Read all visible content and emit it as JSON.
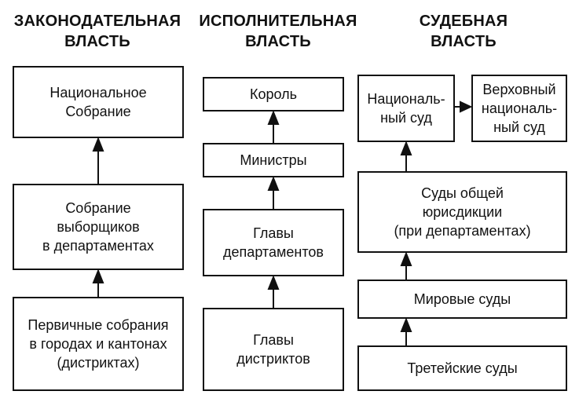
{
  "headers": {
    "legislative": "ЗАКОНОДАТЕЛЬНАЯ\nВЛАСТЬ",
    "executive": "ИСПОЛНИТЕЛЬНАЯ\nВЛАСТЬ",
    "judicial": "СУДЕБНАЯ\nВЛАСТЬ"
  },
  "legislative": {
    "national_assembly": "Национальное\nСобрание",
    "electors_assembly": "Собрание\nвыборщиков\nв департаментах",
    "primary_assemblies": "Первичные собрания\nв городах и кантонах\n(дистриктах)"
  },
  "executive": {
    "king": "Король",
    "ministers": "Министры",
    "department_heads": "Главы\nдепартаментов",
    "district_heads": "Главы\nдистриктов"
  },
  "judicial": {
    "national_court": "Националь-\nный суд",
    "supreme_court": "Верховный\nнациональ-\nный суд",
    "general_courts": "Суды общей\nюрисдикции\n(при департаментах)",
    "peace_courts": "Мировые суды",
    "arbitration_courts": "Третейские суды"
  }
}
